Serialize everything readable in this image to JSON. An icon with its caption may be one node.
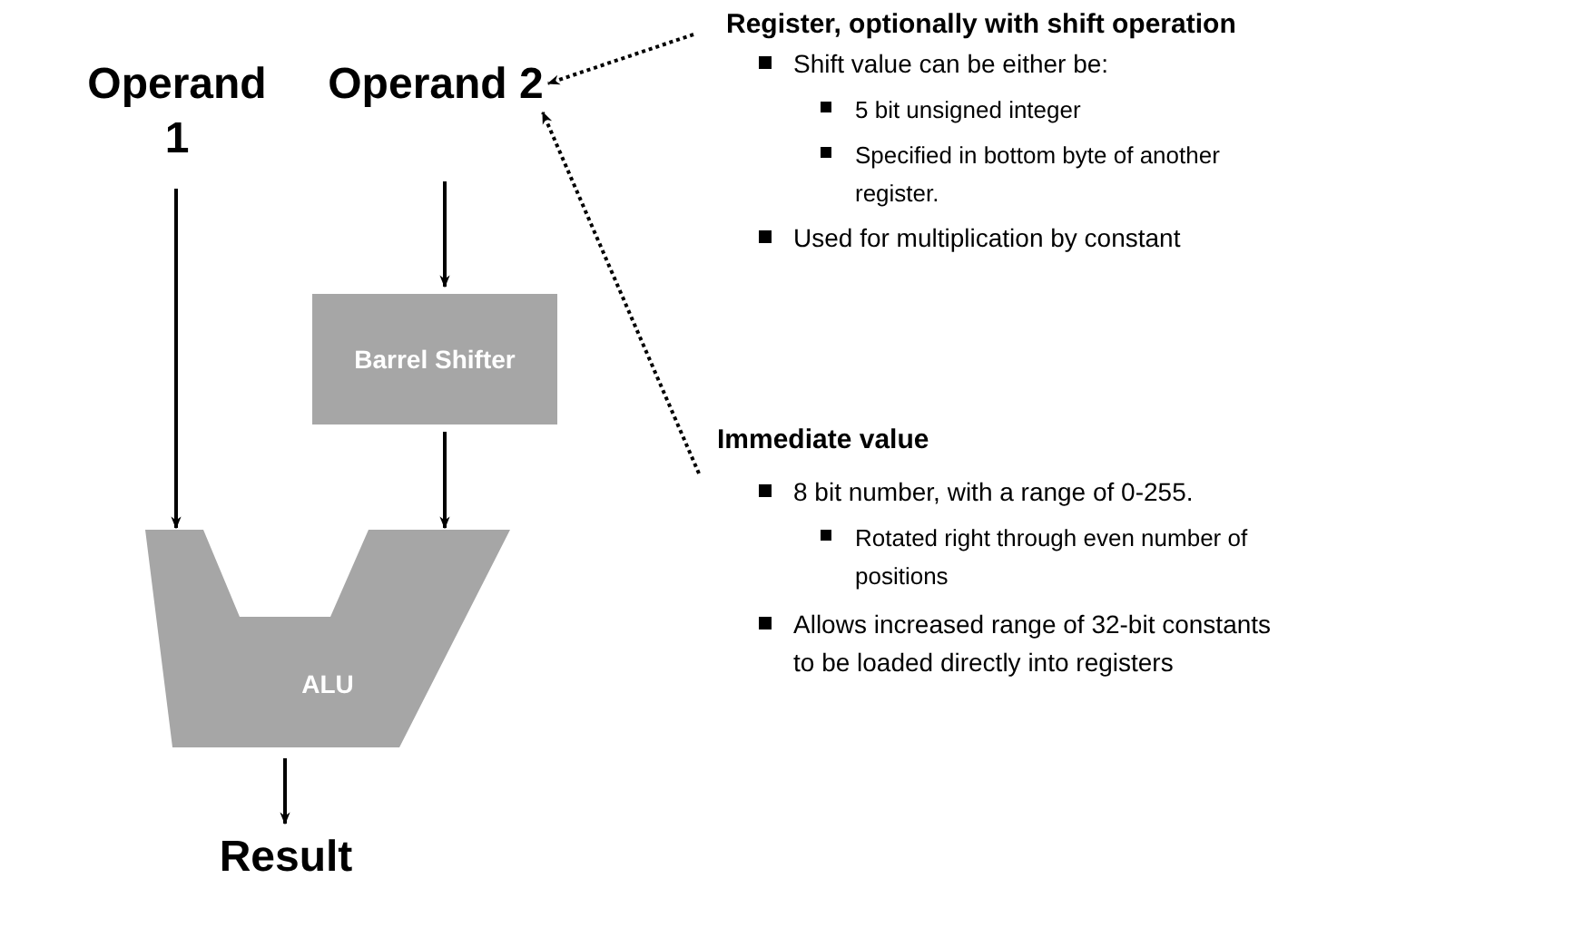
{
  "diagram": {
    "nodes": [
      {
        "text": [
          "Operand 1"
        ]
      },
      {
        "text": [
          "Operand 2"
        ]
      },
      {
        "text": [
          "Barrel Shifter"
        ]
      },
      {
        "text": [
          "ALU"
        ]
      },
      {
        "text": [
          "Result"
        ]
      },
      {
        "text": [
          "Register, optionally with shift operation"
        ]
      },
      {
        "text": [
          "Immediate value"
        ]
      }
    ],
    "edges": [
      {
        "from": 0,
        "to": 3,
        "arrow": "to"
      },
      {
        "from": 1,
        "to": 2,
        "arrow": "to"
      },
      {
        "from": 2,
        "to": 3,
        "arrow": "to"
      },
      {
        "from": 3,
        "to": 4,
        "arrow": "to"
      },
      {
        "from": 5,
        "to": 1,
        "arrow": "to",
        "style": "dashed"
      },
      {
        "from": 6,
        "to": 1,
        "arrow": "to",
        "style": "dashed"
      }
    ],
    "labels": [
      "Shift value can be either be:",
      " 5 bit unsigned integer",
      "Specified in bottom byte of another register.",
      "Used for multiplication by constant",
      "8 bit number, with a range of 0-255.",
      "Rotated right through even number of positions",
      "Allows increased range of 32-bit constants to be loaded directly into registers"
    ]
  }
}
